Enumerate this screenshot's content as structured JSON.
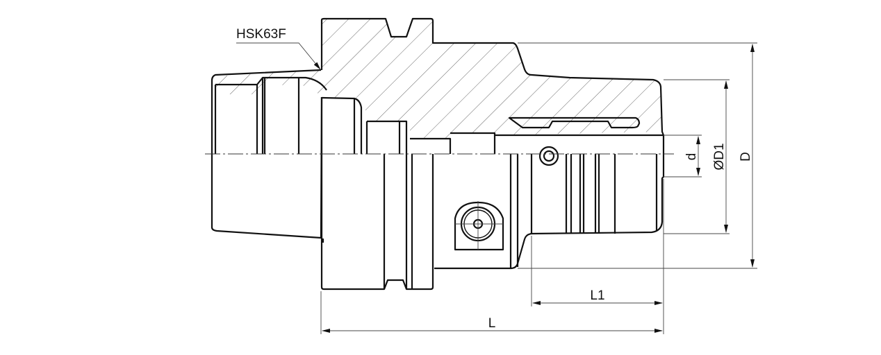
{
  "drawing": {
    "part_label": "HSK63F",
    "dimensions": {
      "d": "d",
      "D1": "ØD1",
      "D": "D",
      "L1": "L1",
      "L": "L"
    }
  }
}
